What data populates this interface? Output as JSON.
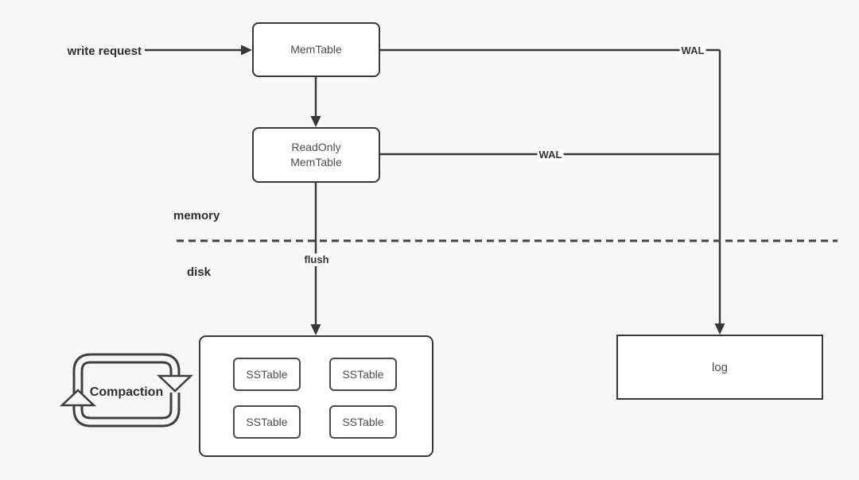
{
  "diagram": {
    "title_hint": "LSM-tree write path diagram",
    "colors": {
      "background": "#f7f7f7",
      "line": "#383838",
      "box_fill": "#ffffff",
      "box_border": "#383838",
      "box_text": "#4d4d4d",
      "label_text": "#2f2f2f",
      "tag_background": "#ffffff"
    },
    "labels": {
      "write_request": "write request",
      "memory": "memory",
      "disk": "disk",
      "flush": "flush",
      "wal_top": "WAL",
      "wal_mid": "WAL",
      "compaction": "Compaction"
    },
    "nodes": {
      "memtable": "MemTable",
      "readonly_memtable": "ReadOnly\nMemTable",
      "log": "log",
      "sstables": [
        "SSTable",
        "SSTable",
        "SSTable",
        "SSTable"
      ]
    }
  }
}
